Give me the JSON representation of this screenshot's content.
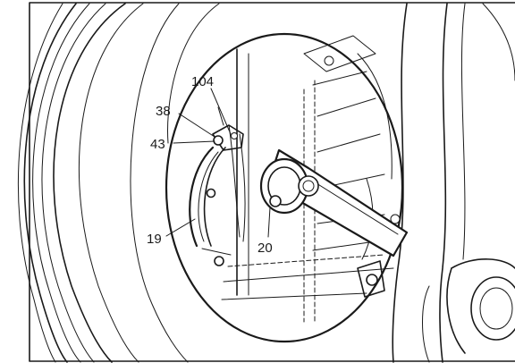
{
  "callouts": {
    "c104": "104",
    "c38": "38",
    "c43": "43",
    "c19": "19",
    "c20": "20"
  },
  "colors": {
    "line": "#1a1a1a",
    "background": "#ffffff"
  }
}
